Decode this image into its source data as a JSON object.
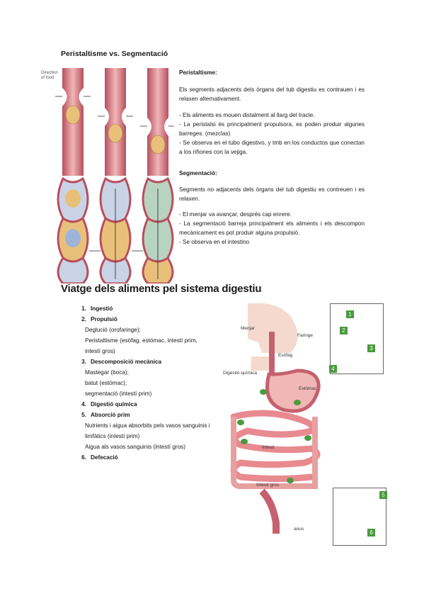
{
  "section1": {
    "title": "Peristaltisme vs. Segmentació",
    "diagram_label": "Direction\nof food",
    "peristalsis_heading": "Peristaltisme:",
    "peristalsis_intro": "Els segments adjacents dels òrgans del tub digestiu es contrauen i es relaxen alternativament.",
    "peristalsis_points": [
      "-  Els aliments es mouen distalment al llarg del tracte.",
      "-  La peristalsi és principalment propulsora, es poden produir algunes barreges. (mezclas)",
      "-  Se observa en el tubo digestivo, y tmb en los conductos que conectan a los riñones con la vejiga."
    ],
    "segmentation_heading": "Segmentació:",
    "segmentation_intro": "Segments no adjacents dels òrgans del tub digestiu es contreuen i es relaxen.",
    "segmentation_points": [
      "-  El menjar va avançar, després cap enrere.",
      "-  La segmentació barreja principalment els aliments i els descompon mecànicament es pot produir alguna propulsió.",
      "-  Se observa en el intestino"
    ]
  },
  "section2": {
    "title": "Viatge dels aliments pel sistema digestiu",
    "steps": [
      {
        "num": "1.",
        "label": "Ingestió",
        "sub": []
      },
      {
        "num": "2.",
        "label": "Propulsió",
        "sub": [
          "Deglució (orofaringe);",
          "Peristaltisme (esòfag, estómac, intestí prim, intestí gros)"
        ]
      },
      {
        "num": "3.",
        "label": "Descomposició mecànica",
        "sub": [
          "Mastegar (boca);",
          "batut (estómac);",
          "segmentació (intestí prim)"
        ]
      },
      {
        "num": "4.",
        "label": "Digestió química",
        "sub": []
      },
      {
        "num": "5.",
        "label": "Absorció prim",
        "sub": [
          "Nutrients i aigua absorbits pels vasos sanguinis i limfàtics (intestí prim)",
          "Aigua als vasos sanguinis (intestí gros)"
        ]
      },
      {
        "num": "6.",
        "label": "Defecació",
        "sub": []
      }
    ],
    "figure_labels": {
      "menjar": "Menjar",
      "faringe": "Faringe",
      "esofag": "Esòfag",
      "digestio": "Digestió química",
      "estomac": "Estómac",
      "intesti": "Intestí",
      "intesti_gros": "Intestí gros",
      "anus": "anus"
    },
    "inset_numbers": [
      "1",
      "2",
      "3",
      "4",
      "5",
      "6"
    ]
  }
}
